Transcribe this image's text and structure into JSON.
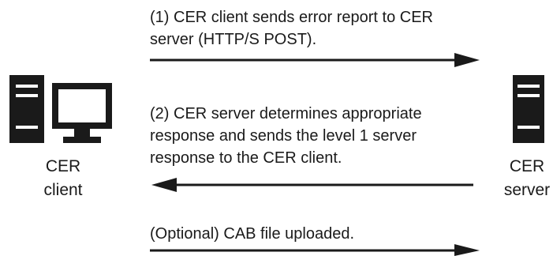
{
  "client": {
    "label_line1": "CER",
    "label_line2": "client",
    "icon": "desktop-computer-icon"
  },
  "server": {
    "label_line1": "CER",
    "label_line2": "server",
    "icon": "server-tower-icon"
  },
  "messages": [
    {
      "lines": [
        "(1) CER client sends error report to CER",
        "server (HTTP/S POST)."
      ],
      "direction": "client-to-server"
    },
    {
      "lines": [
        "(2) CER server determines appropriate",
        "response and sends the level 1 server",
        "response to the CER client."
      ],
      "direction": "server-to-client"
    },
    {
      "lines": [
        "(Optional) CAB file uploaded."
      ],
      "direction": "client-to-server"
    }
  ],
  "colors": {
    "ink": "#1a1a1a",
    "background": "#ffffff"
  }
}
